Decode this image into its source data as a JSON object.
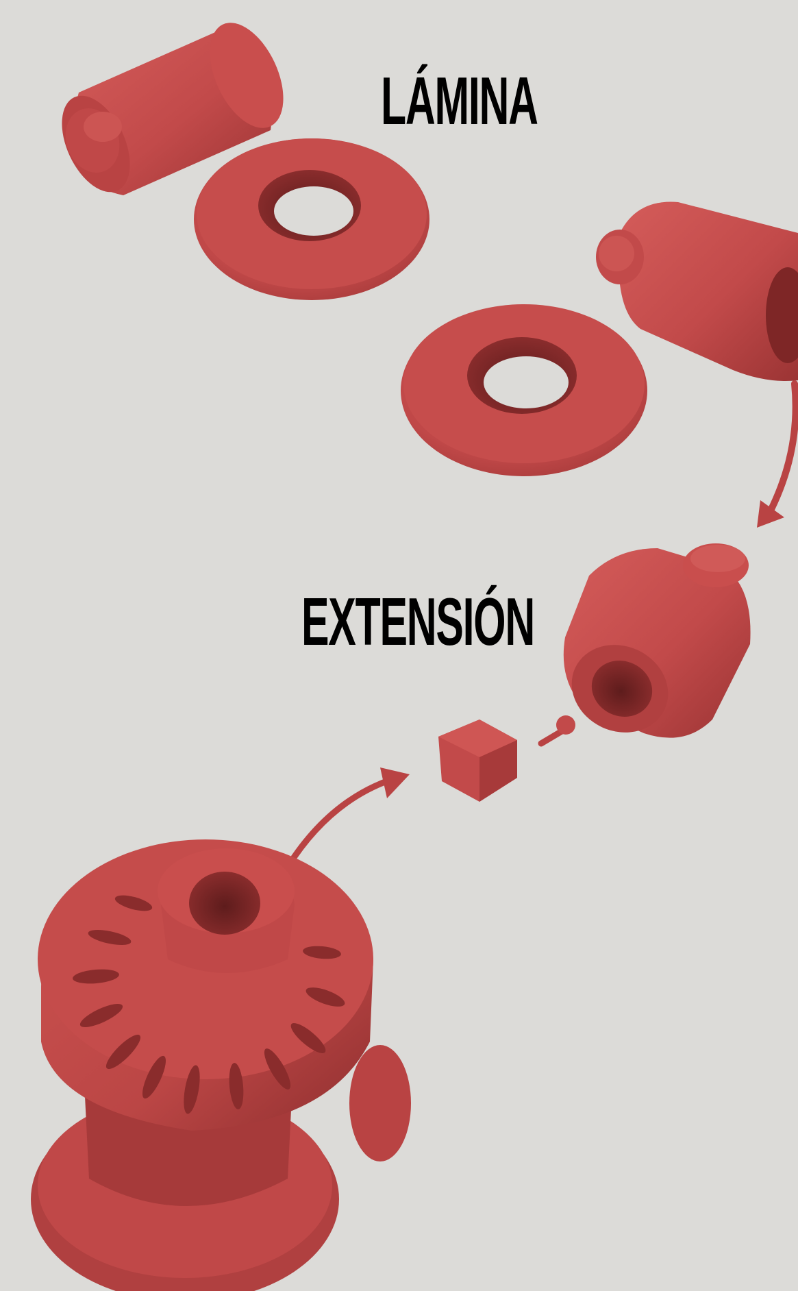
{
  "labels": {
    "lamina": "LÁMINA",
    "extension": "EXTENSIÓN"
  },
  "colors": {
    "background": "#dcdbd8",
    "part_base": "#c24a4a",
    "part_dark": "#8a2c2c",
    "part_light": "#d05a58",
    "text": "#000000"
  },
  "parts": [
    {
      "name": "cylinder-connector-top-left",
      "type": "cylinder-with-peg"
    },
    {
      "name": "ring-washer-top",
      "type": "torus"
    },
    {
      "name": "cylinder-connector-right",
      "type": "hollow-cylinder-with-peg"
    },
    {
      "name": "ring-washer-middle",
      "type": "torus"
    },
    {
      "name": "hollow-cylinder-extension",
      "type": "hollow-cylinder-with-peg"
    },
    {
      "name": "small-cube",
      "type": "cube"
    },
    {
      "name": "small-pin",
      "type": "pin"
    },
    {
      "name": "spool-base",
      "type": "slotted-spool"
    }
  ],
  "arrows": [
    {
      "name": "arrow-right-down",
      "direction": "down"
    },
    {
      "name": "arrow-base-to-cube",
      "direction": "up-right"
    }
  ]
}
